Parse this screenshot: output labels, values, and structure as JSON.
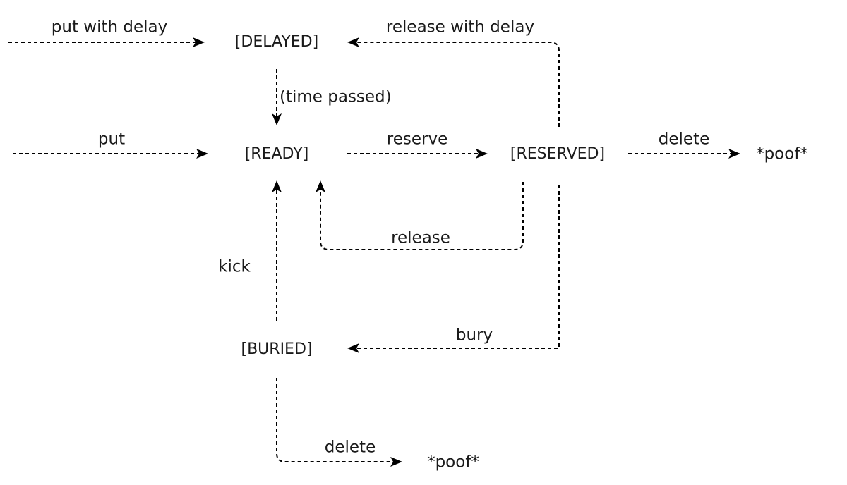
{
  "states": {
    "delayed": "[DELAYED]",
    "ready": "[READY]",
    "reserved": "[RESERVED]",
    "buried": "[BURIED]"
  },
  "terminals": {
    "reserved_deleted": "*poof*",
    "buried_deleted": "*poof*"
  },
  "transitions": {
    "put_with_delay": "put with delay",
    "release_with_delay": "release with delay",
    "time_passed": "(time passed)",
    "put": "put",
    "reserve": "reserve",
    "delete_reserved": "delete",
    "release": "release",
    "kick": "kick",
    "bury": "bury",
    "delete_buried": "delete"
  },
  "colors": {
    "line": "#000000",
    "text": "#1a1a1a",
    "background": "#ffffff"
  }
}
